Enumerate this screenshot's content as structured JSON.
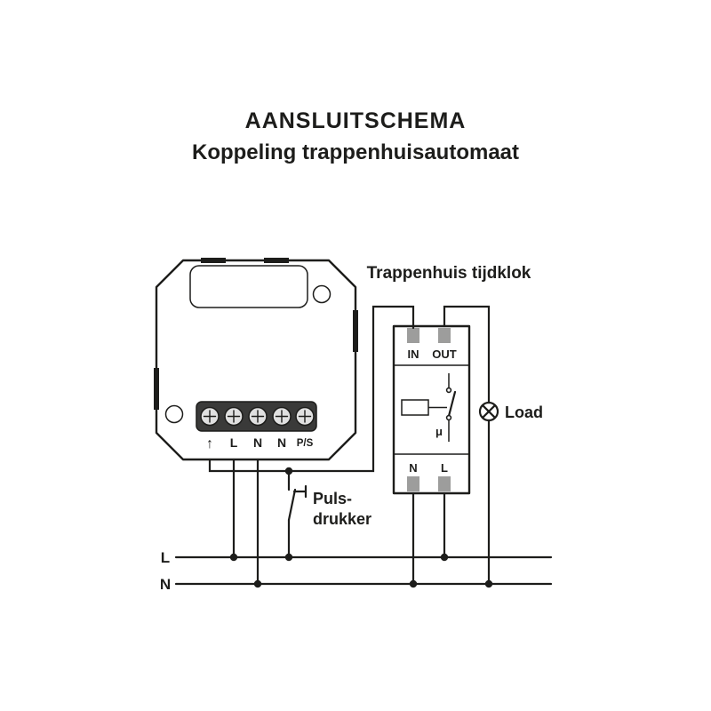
{
  "title": "AANSLUITSCHEMA",
  "subtitle": "Koppeling trappenhuisautomaat",
  "diagram": {
    "timer_label": "Trappenhuis tijdklok",
    "load_label": "Load",
    "push_button_label_line1": "Puls-",
    "push_button_label_line2": "drukker",
    "rail_l_label": "L",
    "rail_n_label": "N",
    "device_terminals": [
      "↑",
      "L",
      "N",
      "N",
      "P/S"
    ],
    "timer_top_terminals": [
      "IN",
      "OUT"
    ],
    "timer_bottom_terminals": [
      "N",
      "L"
    ],
    "relay_symbol_label": "μ"
  },
  "colors": {
    "line": "#1d1d1b",
    "text": "#1d1d1b",
    "terminal-gray": "#9d9d9c",
    "block-dark": "#3a3a39",
    "screw-fill": "#e0e0e0",
    "background": "#ffffff"
  }
}
